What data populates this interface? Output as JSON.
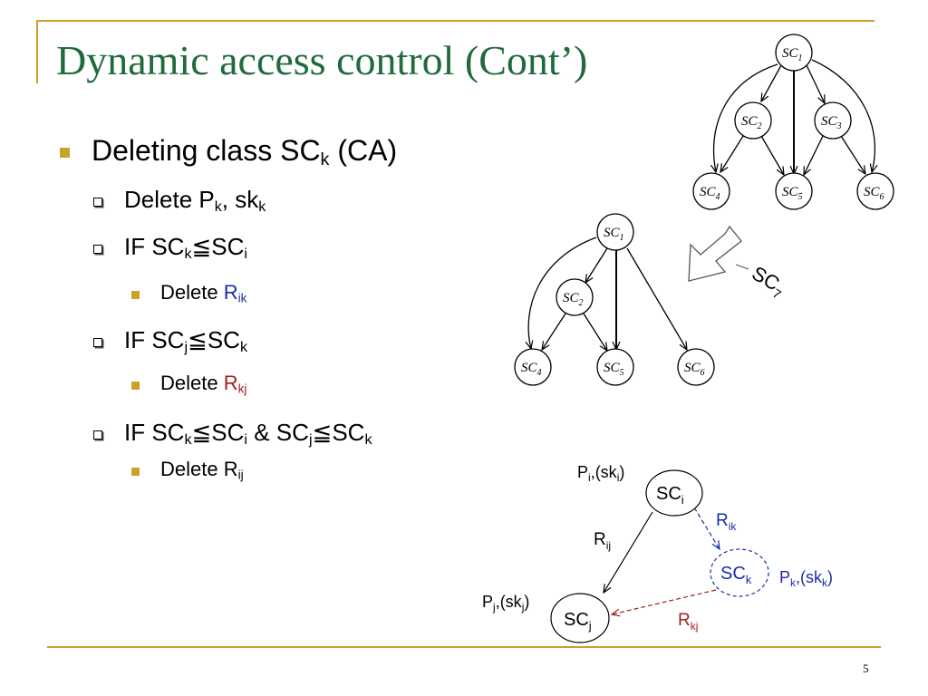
{
  "slide": {
    "title": "Dynamic access control (Cont’)",
    "page_number": "5",
    "bullets": [
      {
        "level": 1,
        "parts": [
          {
            "t": "Deleting class SC"
          },
          {
            "t": "k",
            "sub": true
          },
          {
            "t": " (CA)"
          }
        ]
      },
      {
        "level": 2,
        "parts": [
          {
            "t": "Delete P"
          },
          {
            "t": "k",
            "sub": true
          },
          {
            "t": ", sk"
          },
          {
            "t": "k",
            "sub": true
          }
        ]
      },
      {
        "level": 2,
        "parts": [
          {
            "t": "IF SC"
          },
          {
            "t": "k",
            "sub": true
          },
          {
            "t": "≦SC"
          },
          {
            "t": "i",
            "sub": true
          }
        ]
      },
      {
        "level": 3,
        "parts": [
          {
            "t": "Delete "
          },
          {
            "t": "R",
            "color": "blue"
          },
          {
            "t": "ik",
            "sub": true,
            "color": "blue"
          }
        ]
      },
      {
        "level": 2,
        "parts": [
          {
            "t": "IF SC"
          },
          {
            "t": "j",
            "sub": true
          },
          {
            "t": "≦SC"
          },
          {
            "t": "k",
            "sub": true
          }
        ]
      },
      {
        "level": 3,
        "parts": [
          {
            "t": "Delete "
          },
          {
            "t": "R",
            "color": "red"
          },
          {
            "t": "kj",
            "sub": true,
            "color": "red"
          }
        ]
      },
      {
        "level": 2,
        "parts": [
          {
            "t": "IF SC"
          },
          {
            "t": "k",
            "sub": true
          },
          {
            "t": "≦SC"
          },
          {
            "t": "i",
            "sub": true
          },
          {
            "t": " & SC"
          },
          {
            "t": "j",
            "sub": true
          },
          {
            "t": "≦SC"
          },
          {
            "t": "k",
            "sub": true
          }
        ]
      },
      {
        "level": 3,
        "parts": [
          {
            "t": "Delete R"
          },
          {
            "t": "ij",
            "sub": true
          }
        ]
      }
    ]
  },
  "graph_before": {
    "nodes": [
      {
        "id": "SC",
        "sub": "1"
      },
      {
        "id": "SC",
        "sub": "2"
      },
      {
        "id": "SC",
        "sub": "3"
      },
      {
        "id": "SC",
        "sub": "4"
      },
      {
        "id": "SC",
        "sub": "5"
      },
      {
        "id": "SC",
        "sub": "6"
      }
    ]
  },
  "graph_after": {
    "nodes": [
      {
        "id": "SC",
        "sub": "1"
      },
      {
        "id": "SC",
        "sub": "2"
      },
      {
        "id": "SC",
        "sub": "4"
      },
      {
        "id": "SC",
        "sub": "5"
      },
      {
        "id": "SC",
        "sub": "6"
      }
    ],
    "removed_label": "SC",
    "removed_sub": "7"
  },
  "key_diagram": {
    "sci": "SC",
    "sci_sub": "i",
    "sck": "SC",
    "sck_sub": "k",
    "scj": "SC",
    "scj_sub": "j",
    "label_i": {
      "a": "P",
      "b": "i",
      "c": ",(sk",
      "d": "i",
      "e": ")"
    },
    "label_k": {
      "a": "P",
      "b": "k",
      "c": ",(sk",
      "d": "k",
      "e": ")"
    },
    "label_j": {
      "a": "P",
      "b": "j",
      "c": ",(sk",
      "d": "j",
      "e": ")"
    },
    "rik": "R",
    "rik_sub": "ik",
    "rij": "R",
    "rij_sub": "ij",
    "rkj": "R",
    "rkj_sub": "kj"
  },
  "colors": {
    "title": "#1f6b3c",
    "accent": "#c9a227",
    "blue": "#1a2ca8",
    "red": "#a0201c"
  }
}
